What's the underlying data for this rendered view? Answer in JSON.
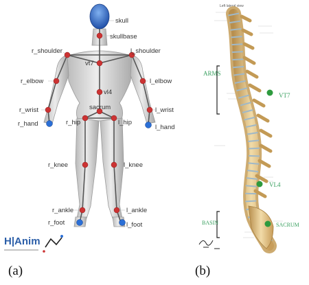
{
  "panel_a": {
    "caption": "(a)",
    "joints": {
      "skull": "skull",
      "skullbase": "skullbase",
      "r_shoulder": "r_shoulder",
      "l_shoulder": "l_shoulder",
      "vt7": "vt7",
      "r_elbow": "r_elbow",
      "l_elbow": "l_elbow",
      "vl4": "vl4",
      "sacrum": "sacrum",
      "r_wrist": "r_wrist",
      "l_wrist": "l_wrist",
      "r_hand": "r_hand",
      "l_hand": "l_hand",
      "r_hip": "r_hip",
      "l_hip": "l_hip",
      "r_knee": "r_knee",
      "l_knee": "l_knee",
      "r_ankle": "r_ankle",
      "l_ankle": "l_ankle",
      "r_foot": "r_foot",
      "l_foot": "l_foot"
    },
    "logo_text": "H|Anim",
    "colors": {
      "joint": "#cc3333",
      "end_effector": "#2b6fd6",
      "skull": "#2a5fb8",
      "bone": "#555555"
    }
  },
  "panel_b": {
    "caption": "(b)",
    "header": "Left lateral view",
    "region_labels": {
      "arms": "ARMS",
      "basin": "BASIN"
    },
    "markers": {
      "vt7": "VT7",
      "vl4": "VL4",
      "sacrum": "SACRUM"
    },
    "colors": {
      "marker": "#2e9a3e",
      "bone": "#d9b97a",
      "disc": "#9fb8c8"
    }
  }
}
